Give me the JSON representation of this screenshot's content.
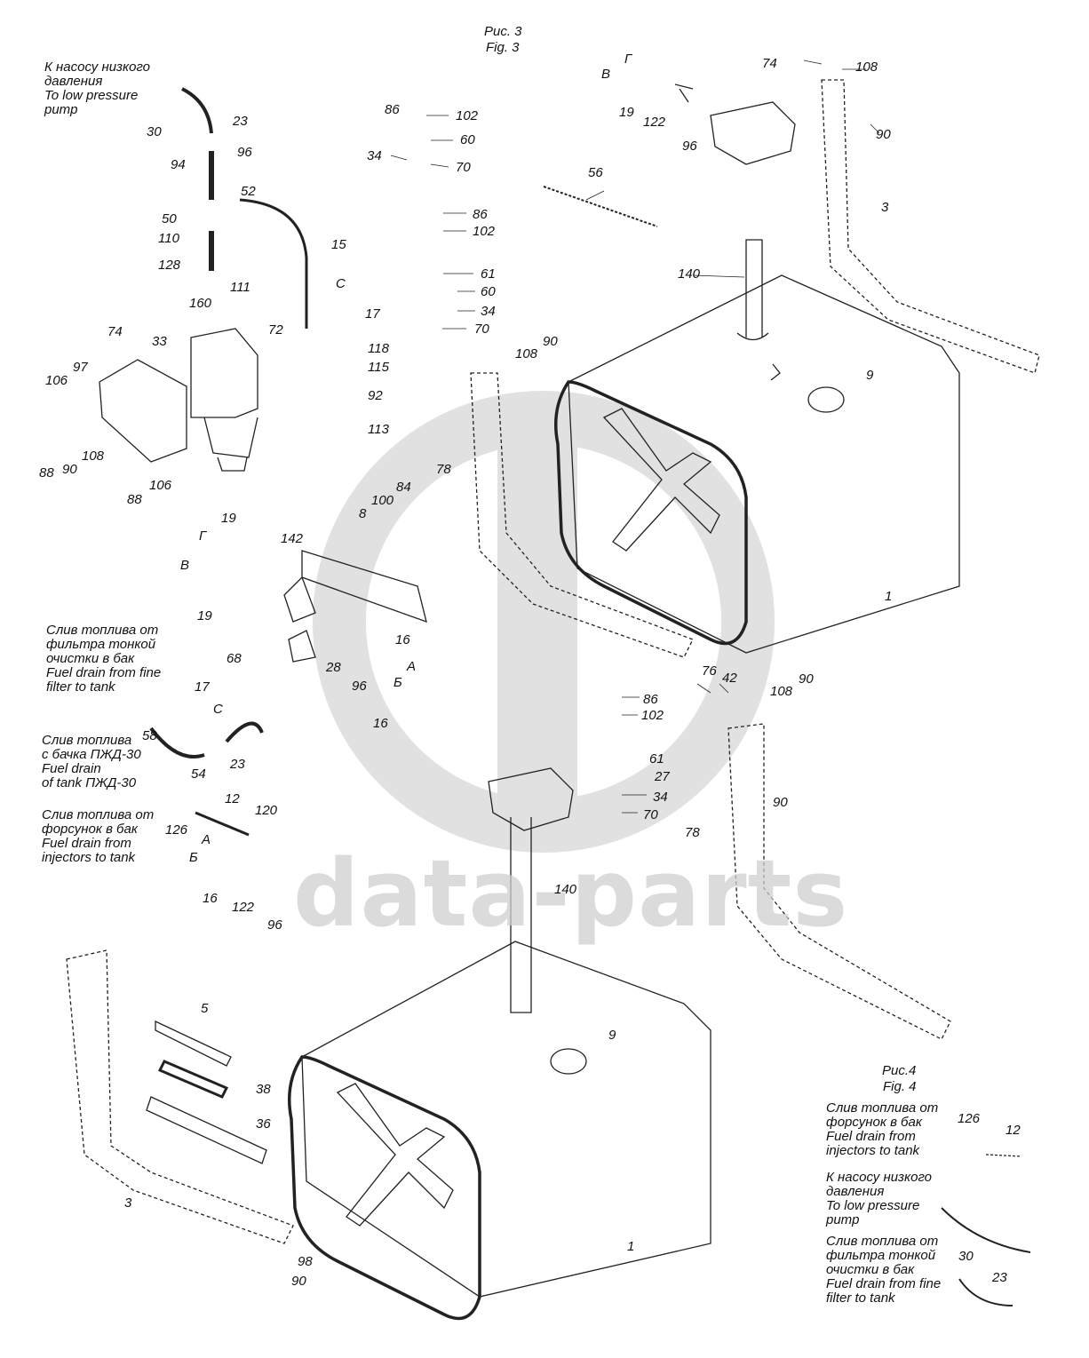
{
  "figures": {
    "fig3_ru": "Рис. 3",
    "fig3_en": "Fig. 3",
    "fig4_ru": "Рис.4",
    "fig4_en": "Fig. 4"
  },
  "watermark": {
    "text": "data-parts",
    "color": "#cfcfcf"
  },
  "annotations": {
    "lowpump": [
      "К насосу низкого",
      "давления",
      "To low pressure",
      "pump"
    ],
    "finefilter": [
      "Слив топлива от",
      "фильтра тонкой",
      "очистки в бак",
      "Fuel drain from fine",
      "filter to tank"
    ],
    "pzhd": [
      "Слив топлива",
      "с бачка ПЖД-30",
      "Fuel drain",
      "of tank ПЖД-30"
    ],
    "injectors": [
      "Слив топлива от",
      "форсунок в бак",
      "Fuel drain from",
      "injectors to tank"
    ],
    "f4_injectors": [
      "Слив топлива от",
      "форсунок в бак",
      "Fuel drain from",
      "injectors to tank"
    ],
    "f4_lowpump": [
      "К насосу низкого",
      "давления",
      "To low pressure",
      "pump"
    ],
    "f4_finefilter": [
      "Слив топлива от",
      "фильтра тонкой",
      "очистки в бак",
      "Fuel drain from fine",
      "filter to tank"
    ]
  },
  "callouts": [
    "30",
    "23",
    "96",
    "94",
    "52",
    "50",
    "110",
    "15",
    "128",
    "111",
    "17",
    "160",
    "72",
    "118",
    "115",
    "92",
    "113",
    "74",
    "33",
    "97",
    "106",
    "108",
    "90",
    "88",
    "106",
    "88",
    "86",
    "102",
    "60",
    "34",
    "70",
    "86",
    "102",
    "61",
    "60",
    "34",
    "70",
    "56",
    "74",
    "108",
    "90",
    "3",
    "Г",
    "В",
    "19",
    "122",
    "96",
    "140",
    "108",
    "90",
    "9",
    "78",
    "100",
    "84",
    "8",
    "1",
    "19",
    "Г",
    "142",
    "В",
    "19",
    "68",
    "16",
    "А",
    "17",
    "С",
    "28",
    "96",
    "Б",
    "16",
    "58",
    "54",
    "23",
    "12",
    "120",
    "126",
    "А",
    "Б",
    "16",
    "122",
    "96",
    "86",
    "102",
    "76",
    "42",
    "90",
    "108",
    "61",
    "27",
    "34",
    "70",
    "90",
    "78",
    "140",
    "5",
    "38",
    "36",
    "3",
    "9",
    "1",
    "98",
    "90",
    "126",
    "12",
    "30",
    "23",
    "С"
  ]
}
